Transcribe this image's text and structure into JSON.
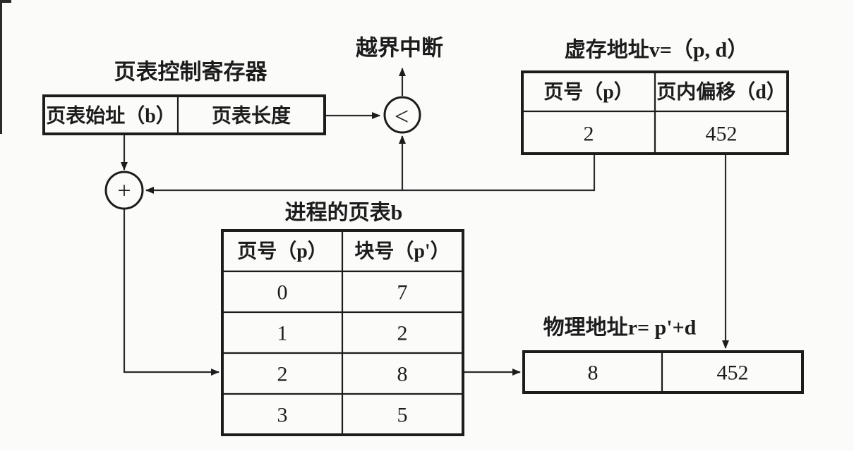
{
  "diagram": {
    "title_context": "paged-address-translation",
    "register": {
      "title": "页表控制寄存器",
      "cell_start": "页表始址（b）",
      "cell_length": "页表长度"
    },
    "interrupt_label": "越界中断",
    "comparator_symbol": "<",
    "adder_symbol": "+",
    "virtual_address": {
      "title": "虚存地址v=（p, d）",
      "header_page": "页号（p）",
      "header_offset": "页内偏移（d）",
      "value_page": "2",
      "value_offset": "452"
    },
    "page_table": {
      "title": "进程的页表b",
      "header_page": "页号（p）",
      "header_block": "块号（p'）",
      "rows": [
        [
          "0",
          "7"
        ],
        [
          "1",
          "2"
        ],
        [
          "2",
          "8"
        ],
        [
          "3",
          "5"
        ]
      ]
    },
    "physical_address": {
      "title": "物理地址r= p'+d",
      "value_block": "8",
      "value_offset": "452"
    },
    "colors": {
      "line": "#1c1c1c",
      "background": "#fbfbfa"
    }
  }
}
